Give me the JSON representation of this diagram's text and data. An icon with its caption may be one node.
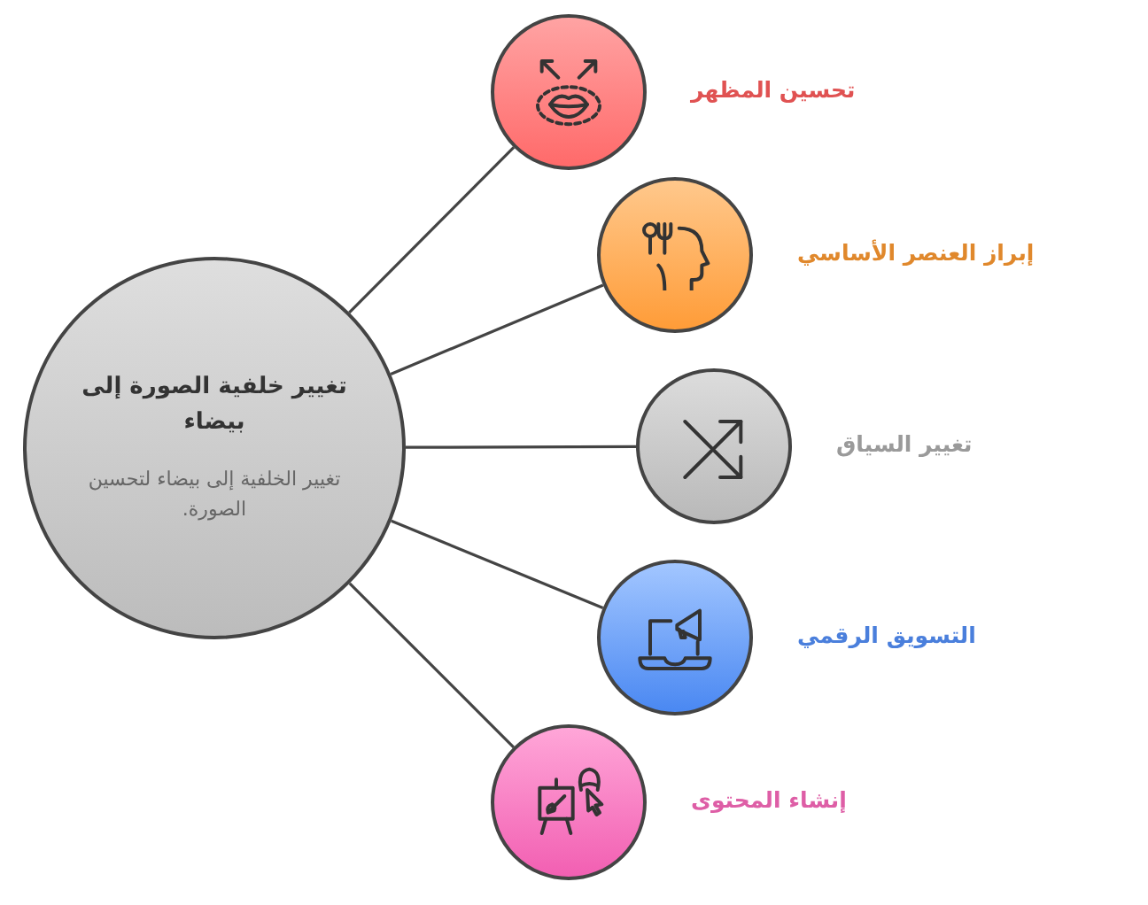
{
  "diagram": {
    "nodes": [
      {
        "text": [
          "تغيير خلفية الصورة إلى بيضاء",
          "تغيير الخلفية إلى بيضاء لتحسين الصورة."
        ]
      },
      {
        "text": [],
        "shape": "circle",
        "beside": [
          "تحسين المظهر"
        ]
      },
      {
        "text": [],
        "shape": "circle",
        "beside": [
          "إبراز العنصر الأساسي"
        ]
      },
      {
        "text": [],
        "shape": "circle",
        "beside": [
          "تغيير السياق"
        ]
      },
      {
        "text": [],
        "shape": "circle",
        "beside": [
          "التسويق الرقمي"
        ]
      },
      {
        "text": [],
        "shape": "circle",
        "beside": [
          "إنشاء المحتوى"
        ]
      }
    ],
    "edges": [
      {
        "from": 0,
        "to": 1,
        "arrow": "none"
      },
      {
        "from": 0,
        "to": 2,
        "arrow": "none"
      },
      {
        "from": 0,
        "to": 3,
        "arrow": "none"
      },
      {
        "from": 0,
        "to": 4,
        "arrow": "none"
      },
      {
        "from": 0,
        "to": 5,
        "arrow": "none"
      }
    ]
  }
}
